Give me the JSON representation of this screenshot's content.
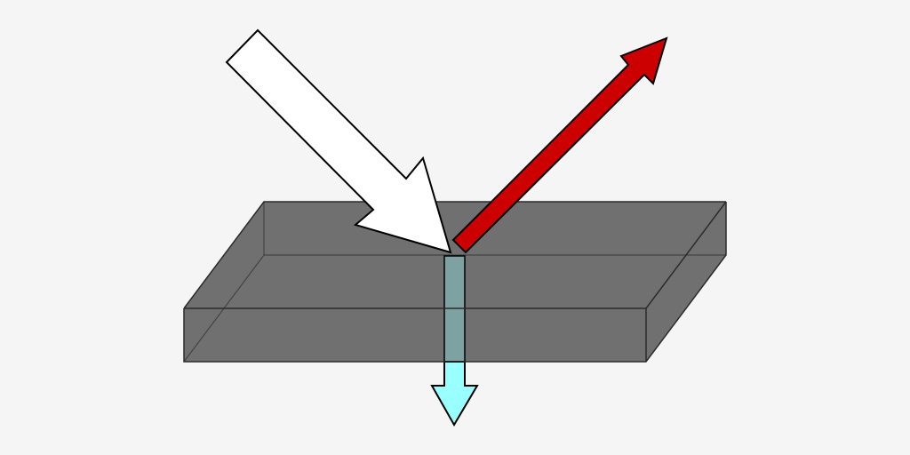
{
  "colors": {
    "background": "#f5f5f5",
    "slab_fill": "#707070",
    "slab_edge": "#2b2b2b",
    "hidden_edge": "#3a3a3a",
    "incident_fill": "#ffffff",
    "reflected_fill": "#cc0000",
    "transmitted_fill": "#99ffff",
    "outline": "#000000"
  },
  "elements": {
    "slab": "glass-slab",
    "incident": "white-arrow",
    "reflected": "red-arrow",
    "transmitted": "cyan-arrow"
  }
}
